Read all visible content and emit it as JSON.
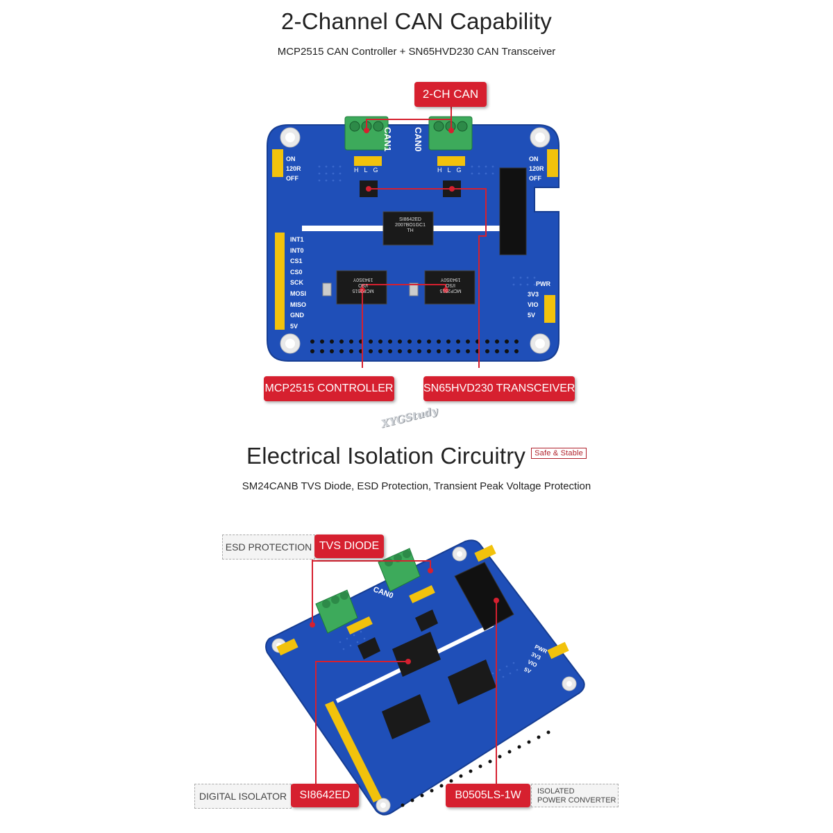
{
  "section1": {
    "title": "2-Channel CAN Capability",
    "subtitle": "MCP2515 CAN Controller + SN65HVD230 CAN Transceiver",
    "callouts": {
      "ch_can": "2-CH CAN",
      "controller": "MCP2515 CONTROLLER",
      "transceiver": "SN65HVD230 TRANSCEIVER"
    },
    "board": {
      "connector_labels": [
        "CAN1",
        "CAN0"
      ],
      "hlg": [
        "H",
        "L",
        "G"
      ],
      "left_jumper": [
        "ON",
        "120R",
        "OFF"
      ],
      "right_jumper": [
        "ON",
        "120R",
        "OFF"
      ],
      "pin_labels": [
        "INT1",
        "INT0",
        "CS1",
        "CS0",
        "SCK",
        "MOSI",
        "MISO",
        "GND",
        "5V"
      ],
      "pwr_labels": [
        "PWR",
        "3V3",
        "VIO",
        "5V"
      ],
      "isolator_chip": [
        "SI8642ED",
        "2007BO1GC1",
        "TH"
      ],
      "controller_chips": [
        "MCP2515",
        "I/SO",
        "1943S0Y"
      ]
    }
  },
  "watermark": "XYGStudy",
  "section2": {
    "title": "Electrical Isolation Circuitry",
    "badge": "Safe & Stable",
    "subtitle": "SM24CANB TVS Diode, ESD Protection, Transient Peak Voltage Protection",
    "callouts": {
      "esd_label": "ESD PROTECTION",
      "tvs_label": "TVS DIODE",
      "digital_label": "DIGITAL ISOLATOR",
      "si_label": "SI8642ED",
      "b0505_label": "B0505LS-1W",
      "isolated_line1": "ISOLATED",
      "isolated_line2": "POWER CONVERTER"
    },
    "board": {
      "can0_label": "CAN0",
      "pwr_labels": [
        "PWR",
        "3V3",
        "VIO",
        "5V"
      ]
    }
  },
  "colors": {
    "accent_red": "#d6202f",
    "board_blue": "#1f4fb8",
    "terminal_green": "#3daa5b",
    "jumper_yellow": "#f2c20c"
  }
}
